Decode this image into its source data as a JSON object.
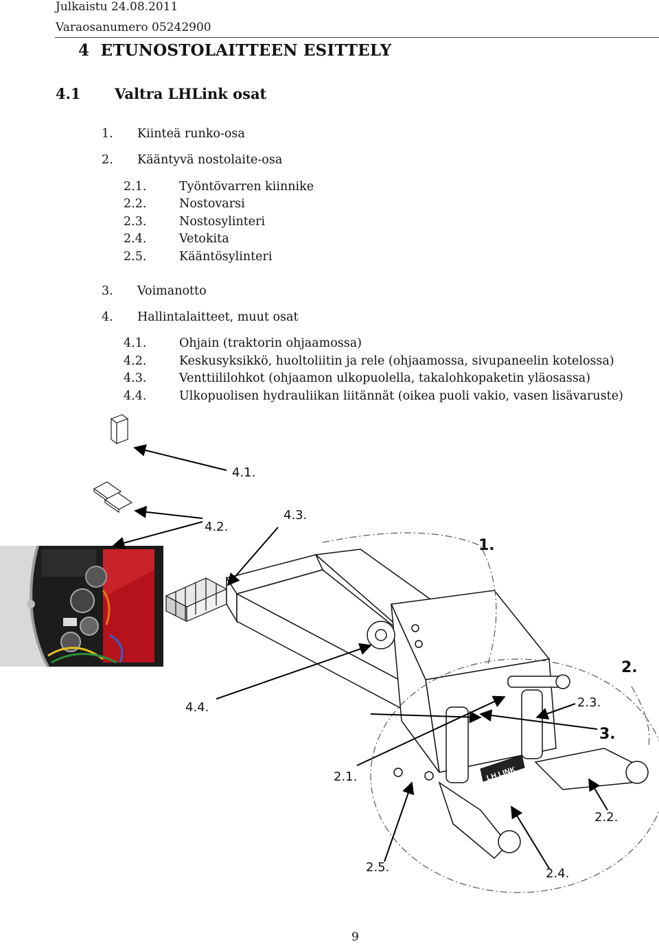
{
  "header": {
    "published": "Julkaistu 24.08.2011",
    "part_number": "Varaosanumero 05242900"
  },
  "chapter_title": "4  ETUNOSTOLAITTEEN ESITTELY",
  "section": {
    "number": "4.1",
    "title": "Valtra LHLink osat"
  },
  "items": [
    {
      "num": "1.",
      "text": "Kiinteä runko-osa"
    },
    {
      "num": "2.",
      "text": "Kääntyvä nostolaite-osa"
    },
    {
      "num": "2.1.",
      "text": "Työntövarren kiinnike"
    },
    {
      "num": "2.2.",
      "text": "Nostovarsi"
    },
    {
      "num": "2.3.",
      "text": "Nostosylinteri"
    },
    {
      "num": "2.4.",
      "text": "Vetokita"
    },
    {
      "num": "2.5.",
      "text": "Kääntösylinteri"
    },
    {
      "num": "3.",
      "text": "Voimanotto"
    },
    {
      "num": "4.",
      "text": "Hallintalaitteet, muut osat"
    },
    {
      "num": "4.1.",
      "text": "Ohjain (traktorin ohjaamossa)"
    },
    {
      "num": "4.2.",
      "text": "Keskusyksikkö, huoltoliitin ja rele (ohjaamossa, sivupaneelin kotelossa)"
    },
    {
      "num": "4.3.",
      "text": "Venttiililohkot (ohjaamon ulkopuolella, takalohkopaketin yläosassa)"
    },
    {
      "num": "4.4.",
      "text": "Ulkopuolisen hydrauliikan liitännät (oikea puoli vakio, vasen lisävaruste)"
    }
  ],
  "figure_labels": {
    "l41": "4.1.",
    "l42": "4.2.",
    "l43": "4.3.",
    "l1": "1.",
    "l2": "2.",
    "l23": "2.3.",
    "l3": "3.",
    "l44": "4.4.",
    "l21": "2.1.",
    "l22": "2.2.",
    "l25": "2.5.",
    "l24": "2.4."
  },
  "frame_logo_text": "LH LINK",
  "page_number": "9"
}
